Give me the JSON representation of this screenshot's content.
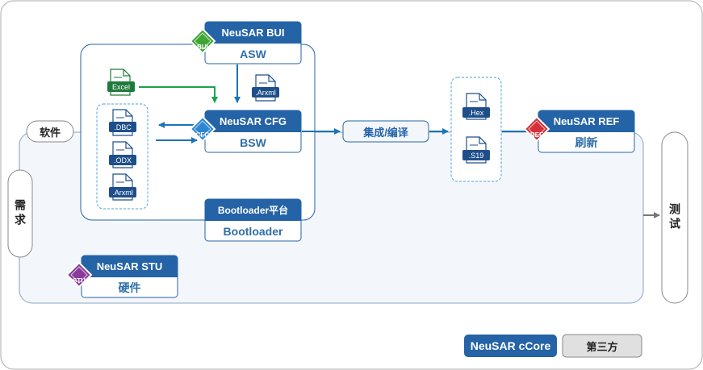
{
  "modules": {
    "bui": {
      "header": "NeuSAR BUI",
      "body": "ASW",
      "logo": "BUI"
    },
    "cfg": {
      "header": "NeuSAR CFG",
      "body": "BSW",
      "logo": "CFG"
    },
    "boot": {
      "header": "Bootloader平台",
      "body": "Bootloader"
    },
    "ref": {
      "header": "NeuSAR REF",
      "body": "刷新",
      "logo": "REF"
    },
    "stu": {
      "header": "NeuSAR STU",
      "body": "硬件",
      "logo": "STU"
    }
  },
  "labels": {
    "software": "软件",
    "requirement": "需求",
    "integrate": "集成/编译",
    "test": "测试"
  },
  "files": {
    "excel": "Excel",
    "arxml_top": ".Arxml",
    "dbc": ".DBC",
    "odx": ".ODX",
    "arxml_left": ".Arxml",
    "hex": ".Hex",
    "s19": ".S19"
  },
  "legend": {
    "ccore": "NeuSAR cCore",
    "third": "第三方"
  },
  "colors": {
    "dark_blue": "#2463a6",
    "line_blue": "#1b73b8",
    "green": "#1aa24a",
    "gray_arrow": "#777777"
  }
}
